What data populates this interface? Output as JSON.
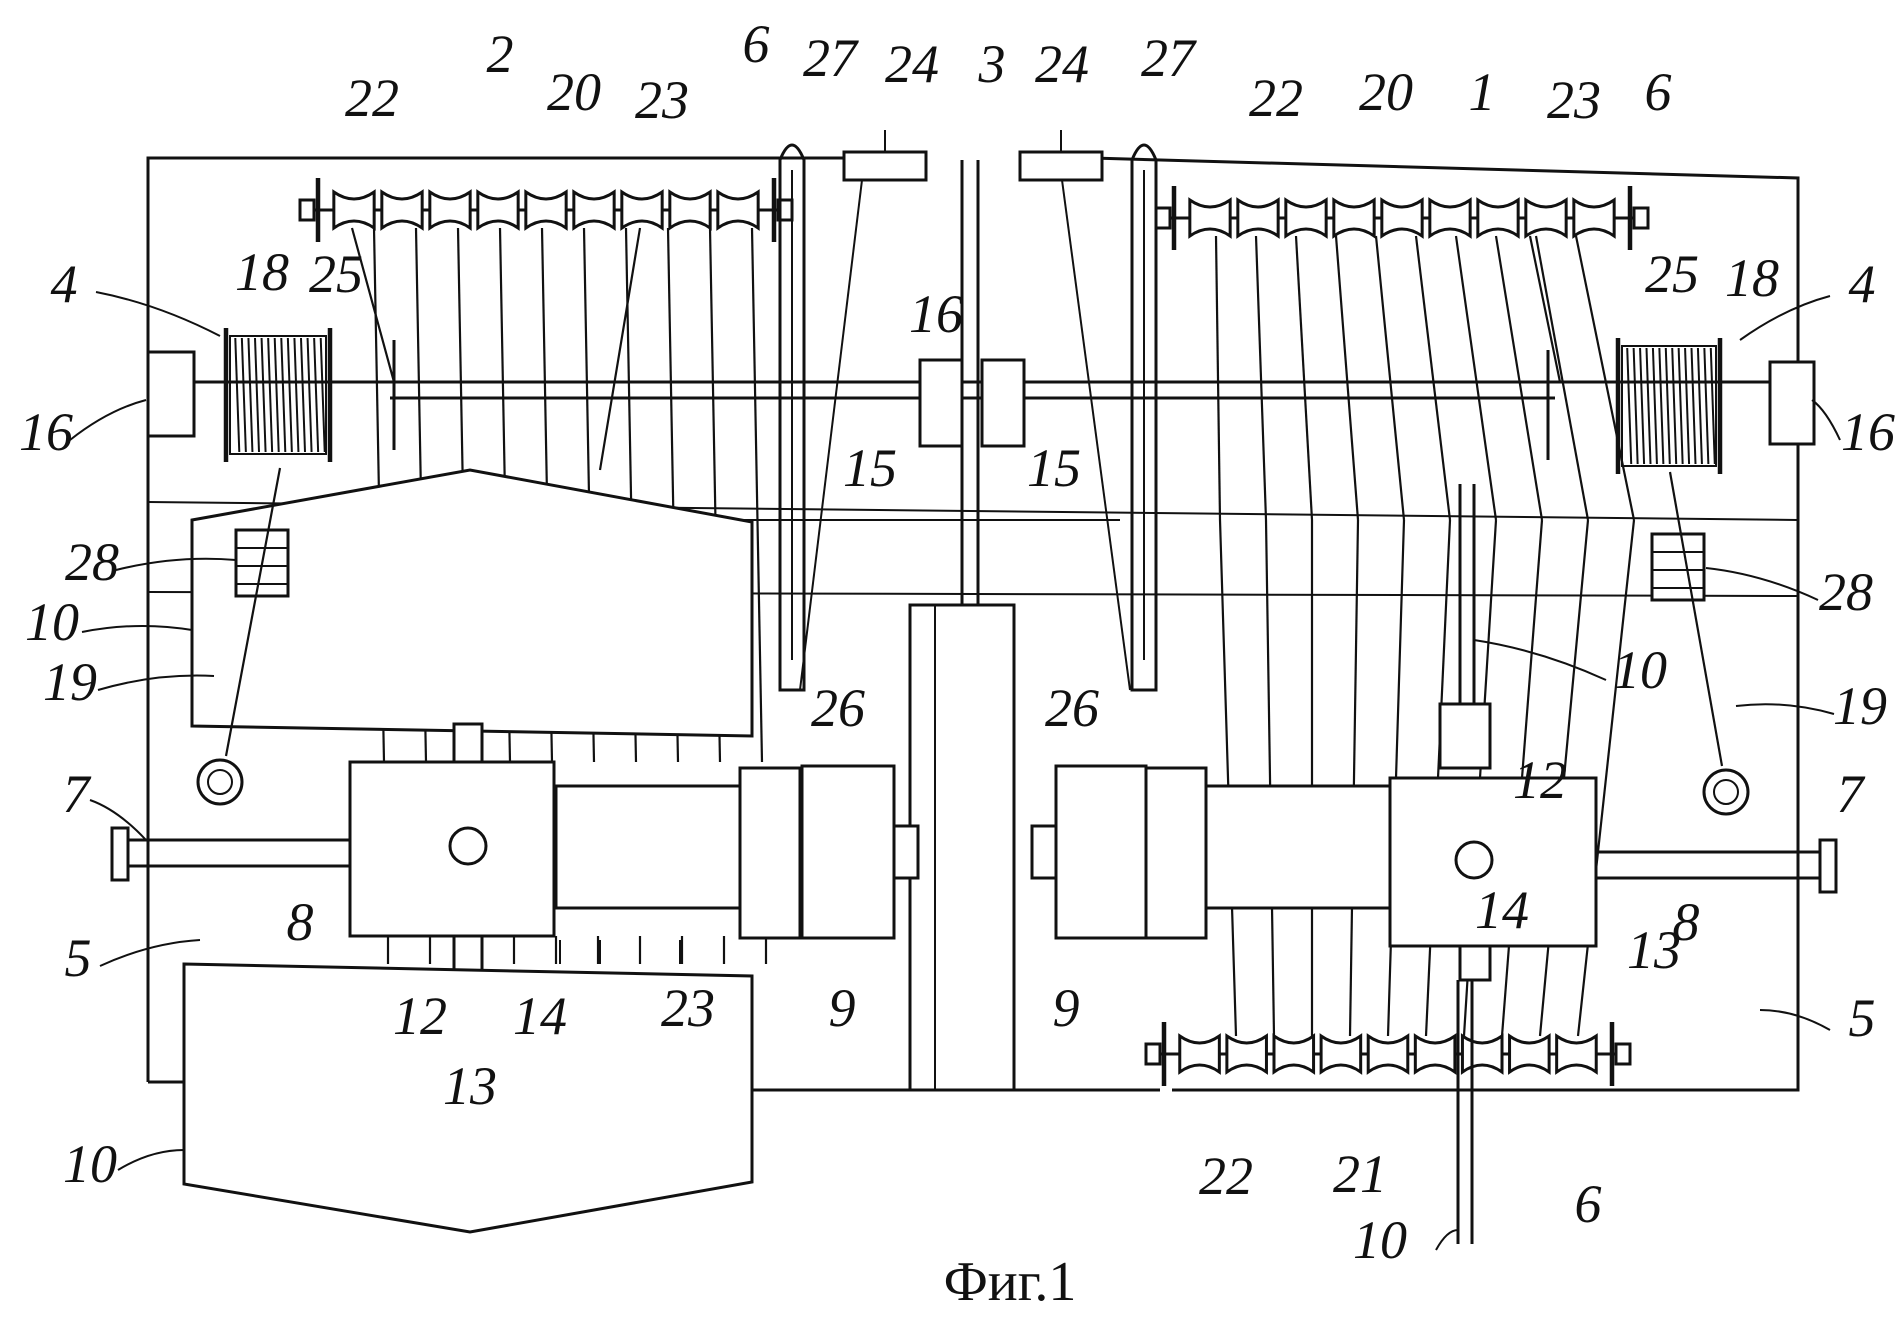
{
  "caption": "Фиг.1",
  "reference_numerals": [
    {
      "id": "n2",
      "text": "2"
    },
    {
      "id": "n22a",
      "text": "22"
    },
    {
      "id": "n20a",
      "text": "20"
    },
    {
      "id": "n23a",
      "text": "23"
    },
    {
      "id": "n6a",
      "text": "6"
    },
    {
      "id": "n27a",
      "text": "27"
    },
    {
      "id": "n24a",
      "text": "24"
    },
    {
      "id": "n3",
      "text": "3"
    },
    {
      "id": "n24b",
      "text": "24"
    },
    {
      "id": "n27b",
      "text": "27"
    },
    {
      "id": "n22b",
      "text": "22"
    },
    {
      "id": "n20b",
      "text": "20"
    },
    {
      "id": "n1",
      "text": "1"
    },
    {
      "id": "n23b",
      "text": "23"
    },
    {
      "id": "n6b",
      "text": "6"
    },
    {
      "id": "n4a",
      "text": "4"
    },
    {
      "id": "n18a",
      "text": "18"
    },
    {
      "id": "n25a",
      "text": "25"
    },
    {
      "id": "n16a",
      "text": "16"
    },
    {
      "id": "n16b",
      "text": "16"
    },
    {
      "id": "n15a",
      "text": "15"
    },
    {
      "id": "n15b",
      "text": "15"
    },
    {
      "id": "n25b",
      "text": "25"
    },
    {
      "id": "n18b",
      "text": "18"
    },
    {
      "id": "n4b",
      "text": "4"
    },
    {
      "id": "n16c",
      "text": "16"
    },
    {
      "id": "n28a",
      "text": "28"
    },
    {
      "id": "n10a",
      "text": "10"
    },
    {
      "id": "n19a",
      "text": "19"
    },
    {
      "id": "n26a",
      "text": "26"
    },
    {
      "id": "n26b",
      "text": "26"
    },
    {
      "id": "n10b",
      "text": "10"
    },
    {
      "id": "n28b",
      "text": "28"
    },
    {
      "id": "n19b",
      "text": "19"
    },
    {
      "id": "n7a",
      "text": "7"
    },
    {
      "id": "n12a",
      "text": "12"
    },
    {
      "id": "n7b",
      "text": "7"
    },
    {
      "id": "n5a",
      "text": "5"
    },
    {
      "id": "n8a",
      "text": "8"
    },
    {
      "id": "n14a",
      "text": "14"
    },
    {
      "id": "n8b",
      "text": "8"
    },
    {
      "id": "n12b",
      "text": "12"
    },
    {
      "id": "n13a",
      "text": "13"
    },
    {
      "id": "n14b",
      "text": "14"
    },
    {
      "id": "n23c",
      "text": "23"
    },
    {
      "id": "n9a",
      "text": "9"
    },
    {
      "id": "n9b",
      "text": "9"
    },
    {
      "id": "n13b",
      "text": "13"
    },
    {
      "id": "n5b",
      "text": "5"
    },
    {
      "id": "n10c",
      "text": "10"
    },
    {
      "id": "n22c",
      "text": "22"
    },
    {
      "id": "n21",
      "text": "21"
    },
    {
      "id": "n6c",
      "text": "6"
    },
    {
      "id": "n10d",
      "text": "10"
    }
  ]
}
